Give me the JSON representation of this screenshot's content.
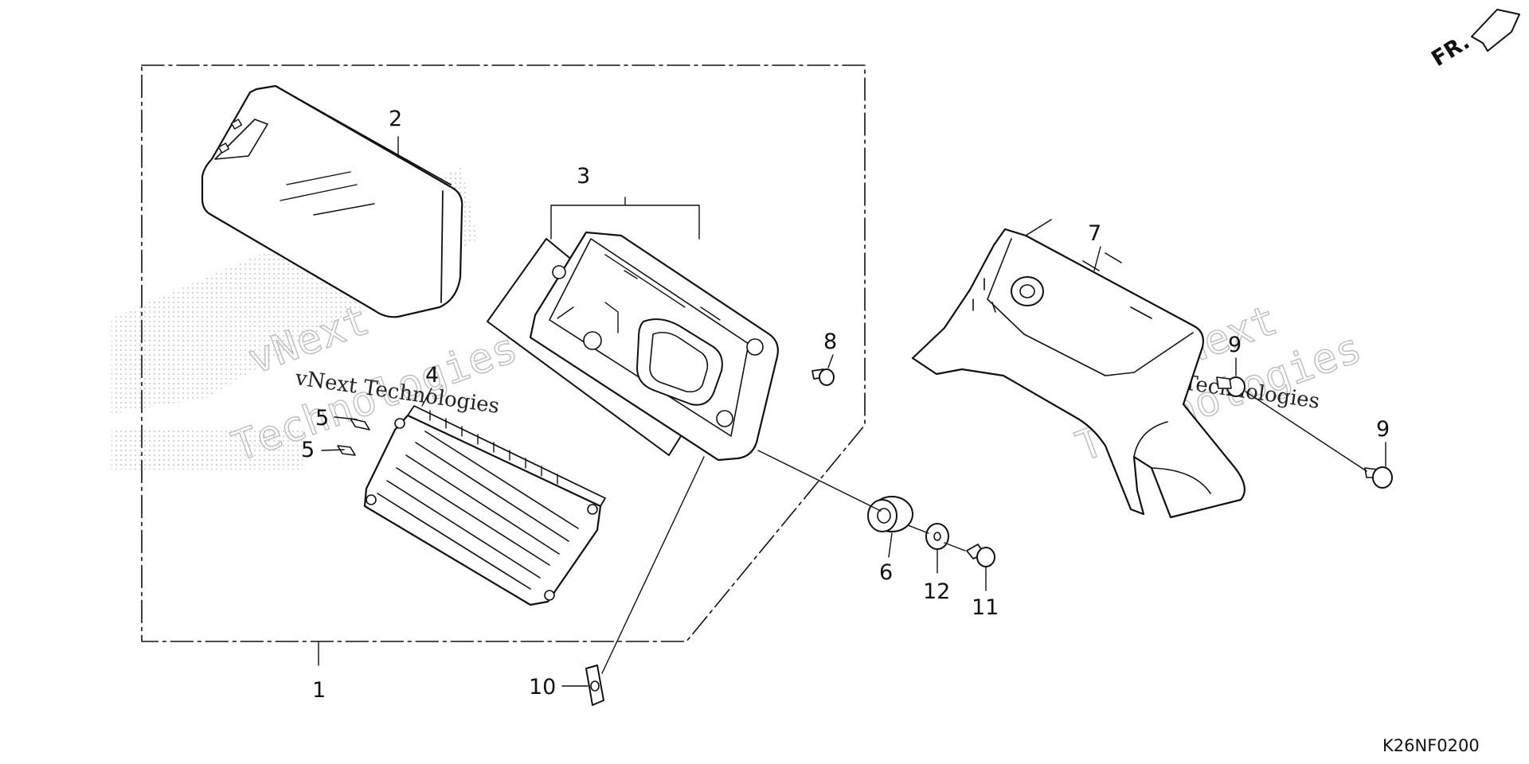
{
  "diagram": {
    "code": "K26NF0200",
    "front_marker": "FR.",
    "callouts": [
      {
        "id": "c1",
        "text": "1"
      },
      {
        "id": "c2",
        "text": "2"
      },
      {
        "id": "c3",
        "text": "3"
      },
      {
        "id": "c4",
        "text": "4"
      },
      {
        "id": "c5a",
        "text": "5"
      },
      {
        "id": "c5b",
        "text": "5"
      },
      {
        "id": "c6",
        "text": "6"
      },
      {
        "id": "c7",
        "text": "7"
      },
      {
        "id": "c8",
        "text": "8"
      },
      {
        "id": "c9a",
        "text": "9"
      },
      {
        "id": "c9b",
        "text": "9"
      },
      {
        "id": "c10",
        "text": "10"
      },
      {
        "id": "c11",
        "text": "11"
      },
      {
        "id": "c12",
        "text": "12"
      }
    ]
  },
  "watermark": {
    "line1": "vNext",
    "line2": "Technologies",
    "full": "vNext Technologies"
  }
}
